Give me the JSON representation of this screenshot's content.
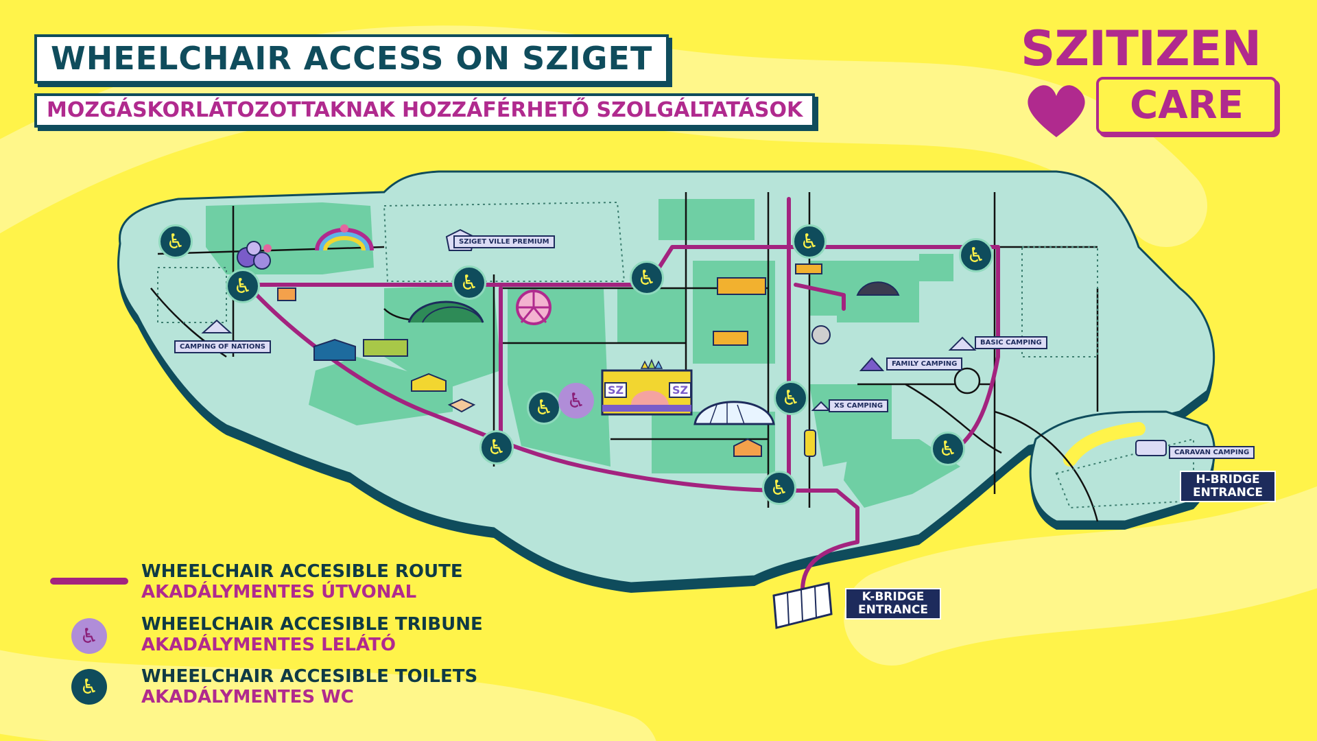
{
  "title": "WHEELCHAIR ACCESS ON SZIGET",
  "subtitle": "MOZGÁSKORLÁTOZOTTAKNAK HOZZÁFÉRHETŐ SZOLGÁLTATÁSOK",
  "logo": {
    "top": "SZITIZEN",
    "bottom": "CARE"
  },
  "map": {
    "labels": {
      "ville": "SZIGET VILLE PREMIUM",
      "nations": "CAMPING OF NATIONS",
      "basic": "BASIC CAMPING",
      "family": "FAMILY CAMPING",
      "xs": "XS CAMPING",
      "caravan": "CARAVAN CAMPING"
    },
    "entrances": {
      "h_bridge": "H-BRIDGE ENTRANCE",
      "k_bridge": "K-BRIDGE ENTRANCE"
    },
    "stage_badge": "SZ",
    "wc_glyph": "♿",
    "tribune_glyph": "♿"
  },
  "legend": {
    "route": {
      "en": "WHEELCHAIR ACCESIBLE ROUTE",
      "hu": "AKADÁLYMENTES ÚTVONAL"
    },
    "tribune": {
      "en": "WHEELCHAIR ACCESIBLE TRIBUNE",
      "hu": "AKADÁLYMENTES LELÁTÓ"
    },
    "toilets": {
      "en": "WHEELCHAIR ACCESIBLE TOILETS",
      "hu": "AKADÁLYMENTES WC"
    }
  },
  "colors": {
    "background": "#fff34a",
    "island": "#b7e4d9",
    "zones": "#6fcfa4",
    "route": "#a3237f",
    "dark": "#0f4c5c"
  }
}
